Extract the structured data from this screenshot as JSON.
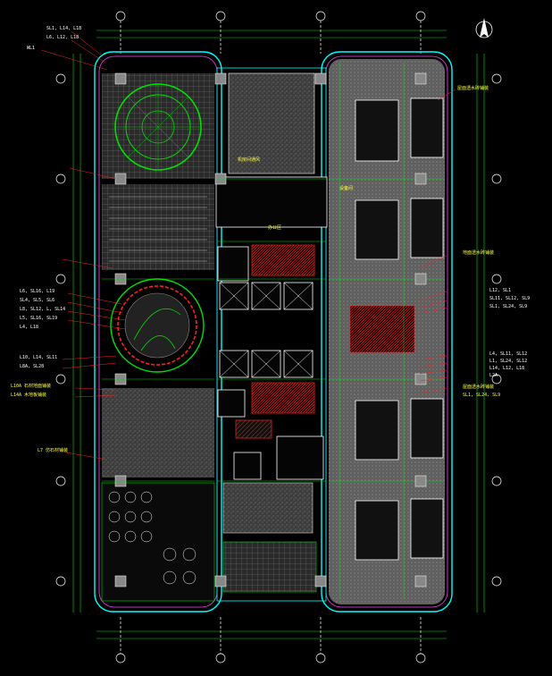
{
  "drawing": {
    "background": "#000000",
    "colors": {
      "outline": "#00ffff",
      "wall": "#ffffff",
      "green": "#00e000",
      "red": "#ff2020",
      "yellow": "#ffff33",
      "magenta": "#ff44ff",
      "hatch_gray": "#8a8a8a",
      "brown": "#8b3a2a"
    },
    "north_arrow_icon": "north-arrow-icon",
    "top_labels": [
      "SL1, L14, L18",
      "L6, L12, L18",
      "WL1"
    ],
    "left_labels": [
      "L6, SL16, L19",
      "SL4, SL5, SL6",
      "L8, SL12, L, SL14",
      "L5, SL16, SL19",
      "L4, L18",
      "L10, L14, SL11",
      "L8A, SL28",
      "L10A 石材地面铺装",
      "L14A 木地板铺装",
      "L7 仿石材铺装"
    ],
    "right_labels": [
      "屋面透水砖铺装",
      "地面透水砖铺装",
      "L12, SL1",
      "SL11, SL12, SL9",
      "SL1, SL24, SL9",
      "L4, SL11, SL12",
      "L1, SL24, SL12",
      "L14, L12, L18",
      "L2A",
      "屋面透水砖铺装",
      "SL1, SL24, SL9"
    ],
    "plan_notes": [
      "机房间通风",
      "设备间",
      "办公区"
    ]
  }
}
